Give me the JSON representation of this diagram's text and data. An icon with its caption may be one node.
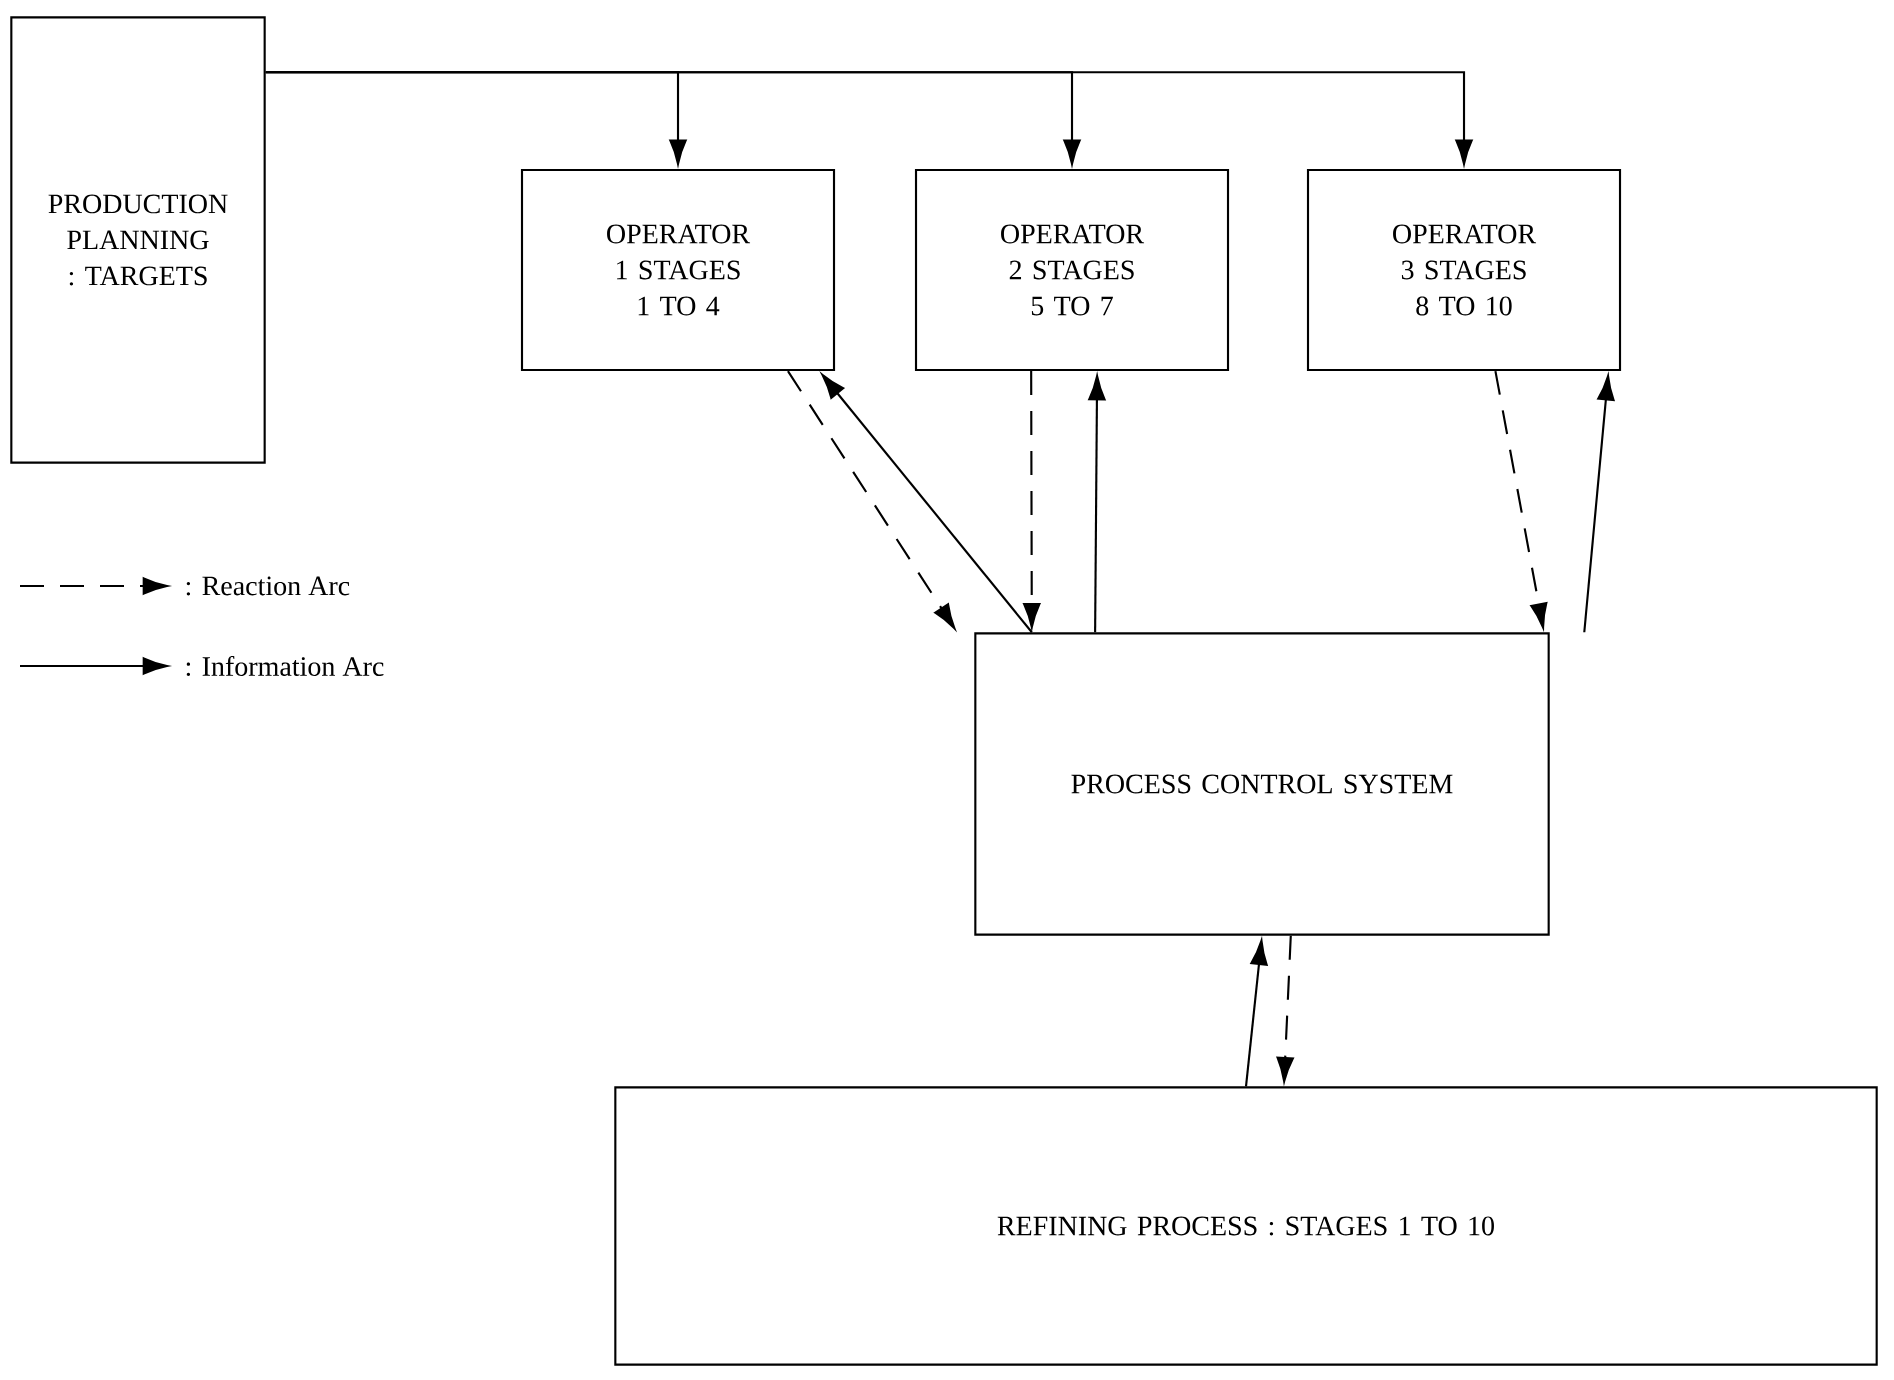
{
  "diagram": {
    "nodes": [
      {
        "text": [
          "PRODUCTION PLANNING : TARGETS"
        ]
      },
      {
        "text": [
          "OPERATOR 1 STAGES 1 TO 4"
        ]
      },
      {
        "text": [
          "OPERATOR 2 STAGES 5 TO 7"
        ]
      },
      {
        "text": [
          "OPERATOR 3 STAGES 8 TO 10"
        ]
      },
      {
        "text": [
          "PROCESS CONTROL SYSTEM"
        ]
      },
      {
        "text": [
          "REFINING PROCESS : STAGES 1 TO 10"
        ]
      }
    ],
    "edges": [
      {
        "from": 0,
        "to": 1,
        "arrow": "to"
      },
      {
        "from": 0,
        "to": 2,
        "arrow": "to"
      },
      {
        "from": 0,
        "to": 3,
        "arrow": "to"
      },
      {
        "from": 1,
        "to": 4,
        "arrow": "to",
        "style": "dashed"
      },
      {
        "from": 4,
        "to": 1,
        "arrow": "to"
      },
      {
        "from": 2,
        "to": 4,
        "arrow": "to",
        "style": "dashed"
      },
      {
        "from": 4,
        "to": 2,
        "arrow": "to"
      },
      {
        "from": 3,
        "to": 4,
        "arrow": "to",
        "style": "dashed"
      },
      {
        "from": 4,
        "to": 3,
        "arrow": "to"
      },
      {
        "from": 5,
        "to": 4,
        "arrow": "to"
      },
      {
        "from": 4,
        "to": 5,
        "arrow": "to",
        "style": "dashed"
      }
    ],
    "legend": [
      {
        "text": ": Reaction Arc"
      },
      {
        "text": ": Information Arc"
      }
    ]
  }
}
